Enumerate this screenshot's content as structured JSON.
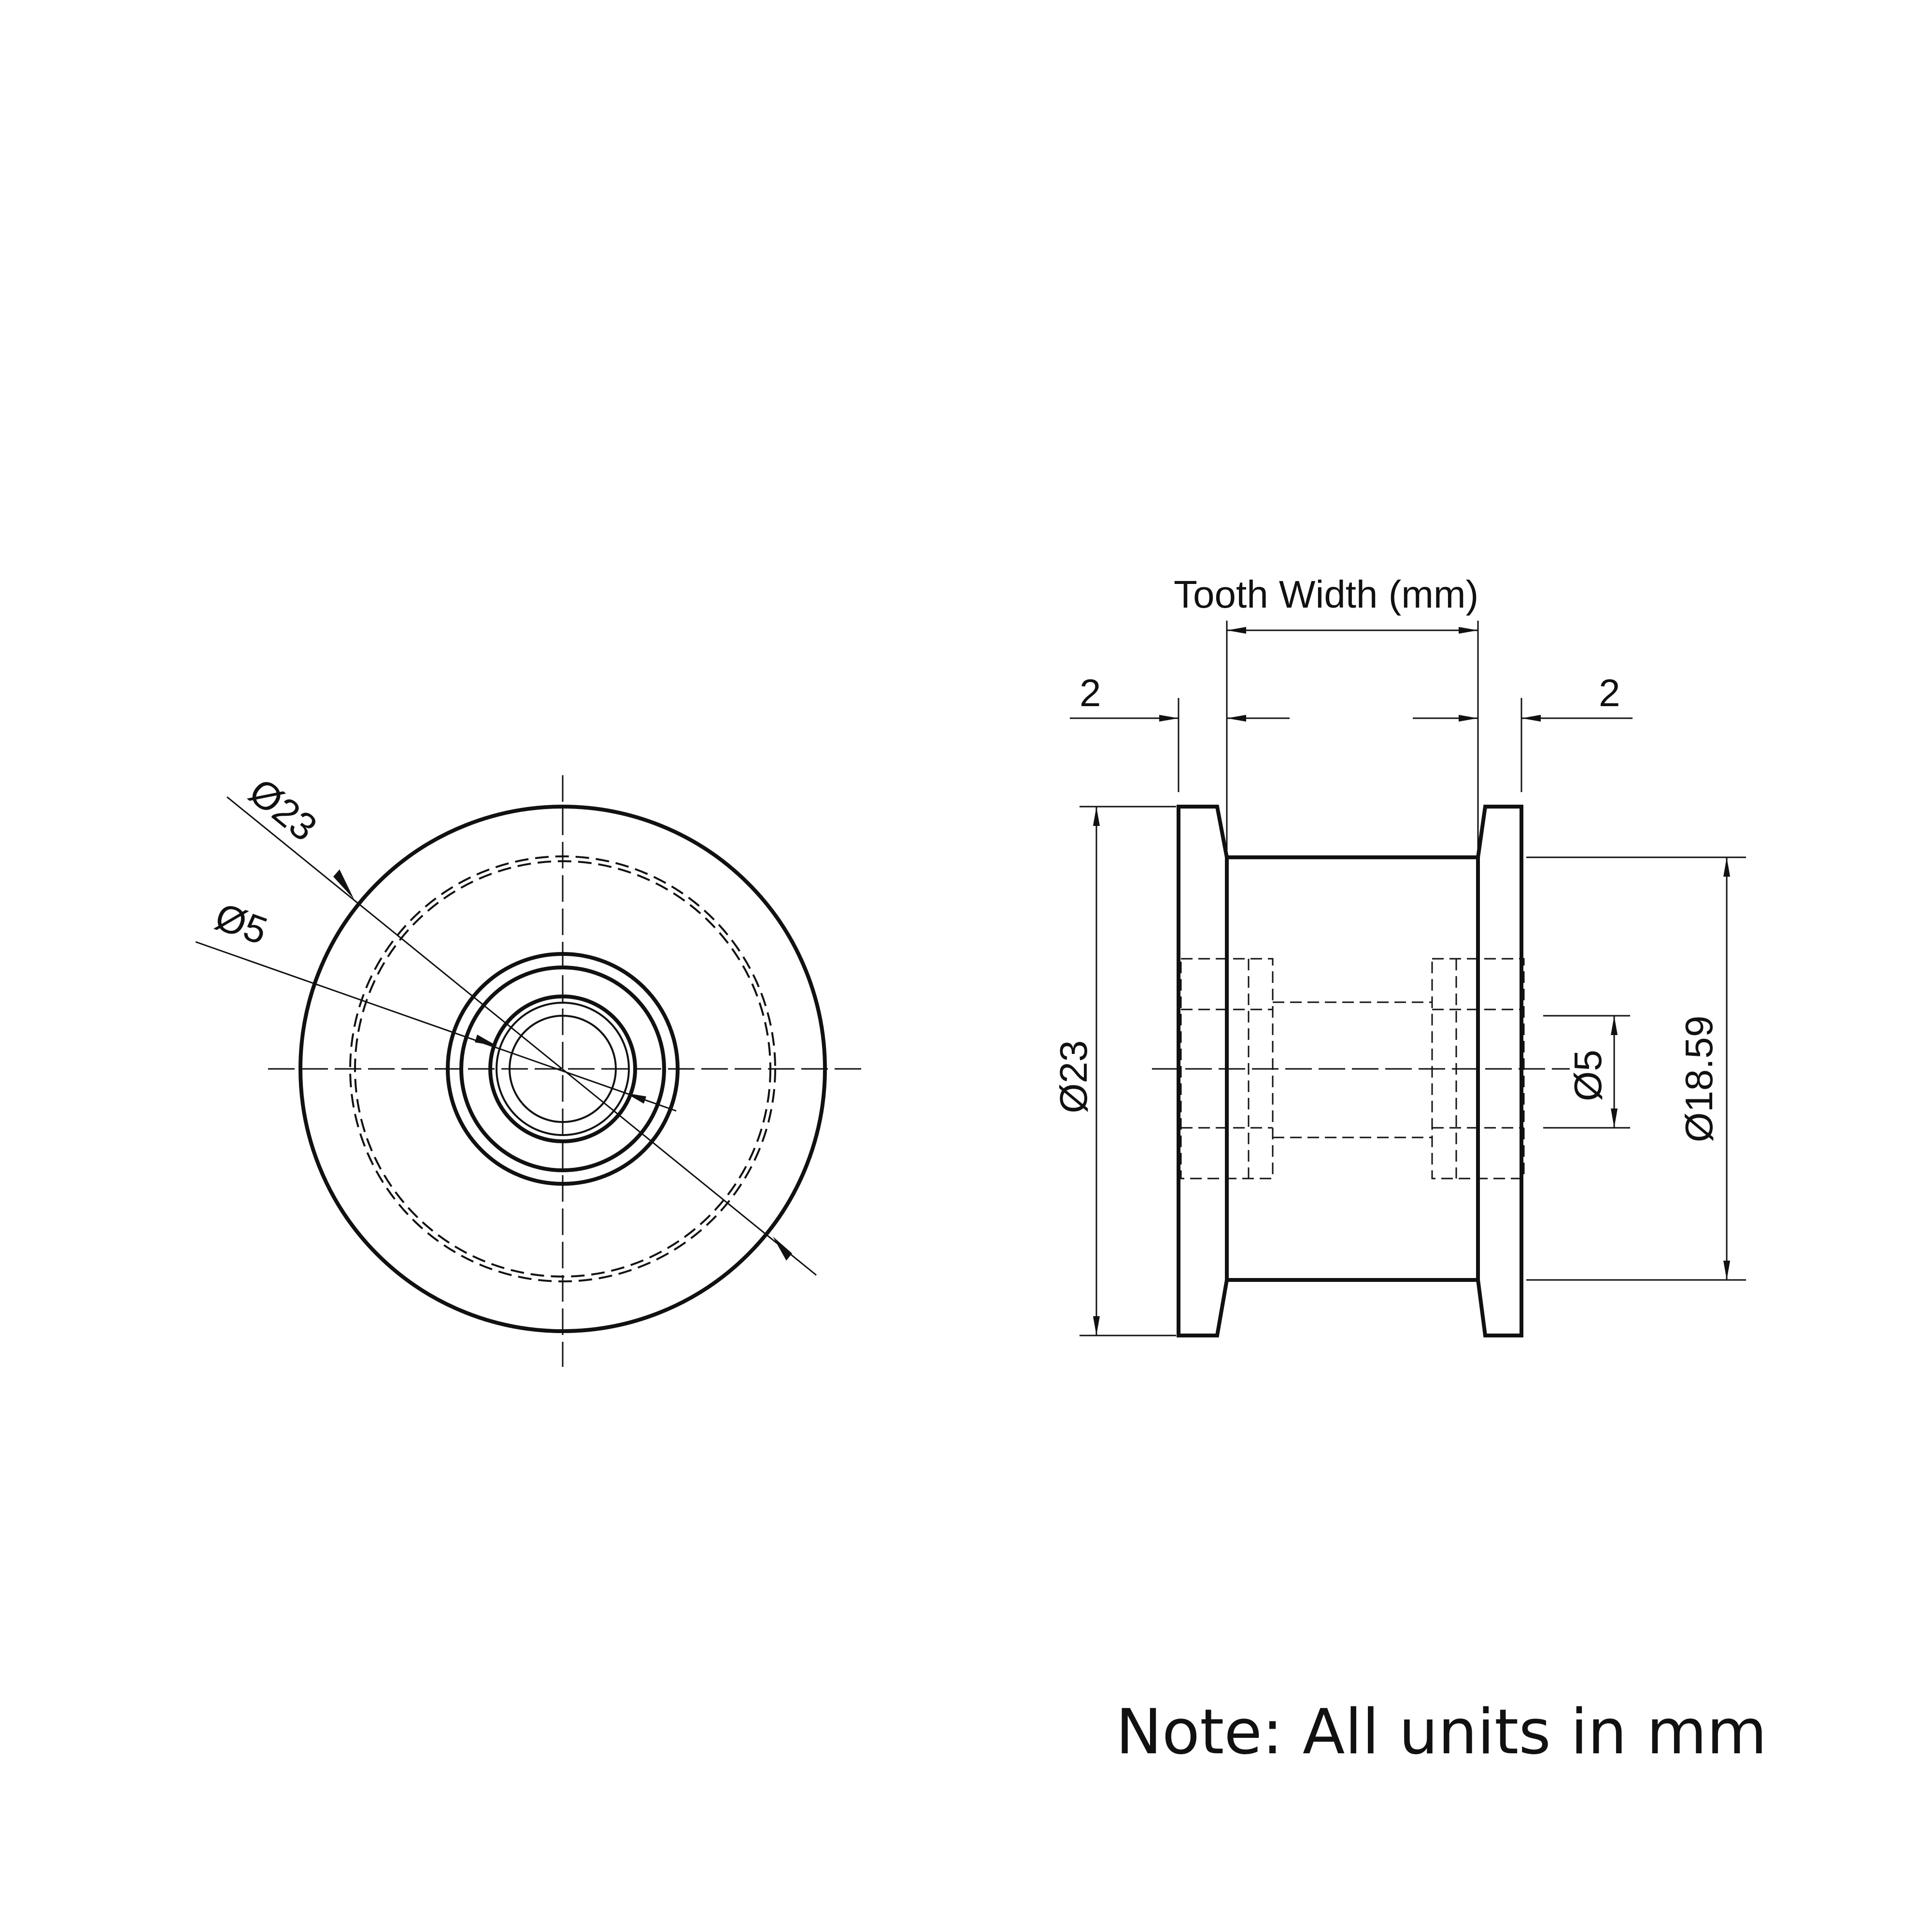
{
  "front_view": {
    "dim_outer": "Ø23",
    "dim_bore": "Ø5"
  },
  "side_view": {
    "dim_tooth_width": "Tooth Width (mm)",
    "dim_flange_left": "2",
    "dim_flange_right": "2",
    "dim_flange_diameter": "Ø23",
    "dim_bore": "Ø5",
    "dim_body_diameter": "Ø18.59"
  },
  "note": "Note: All units in mm"
}
